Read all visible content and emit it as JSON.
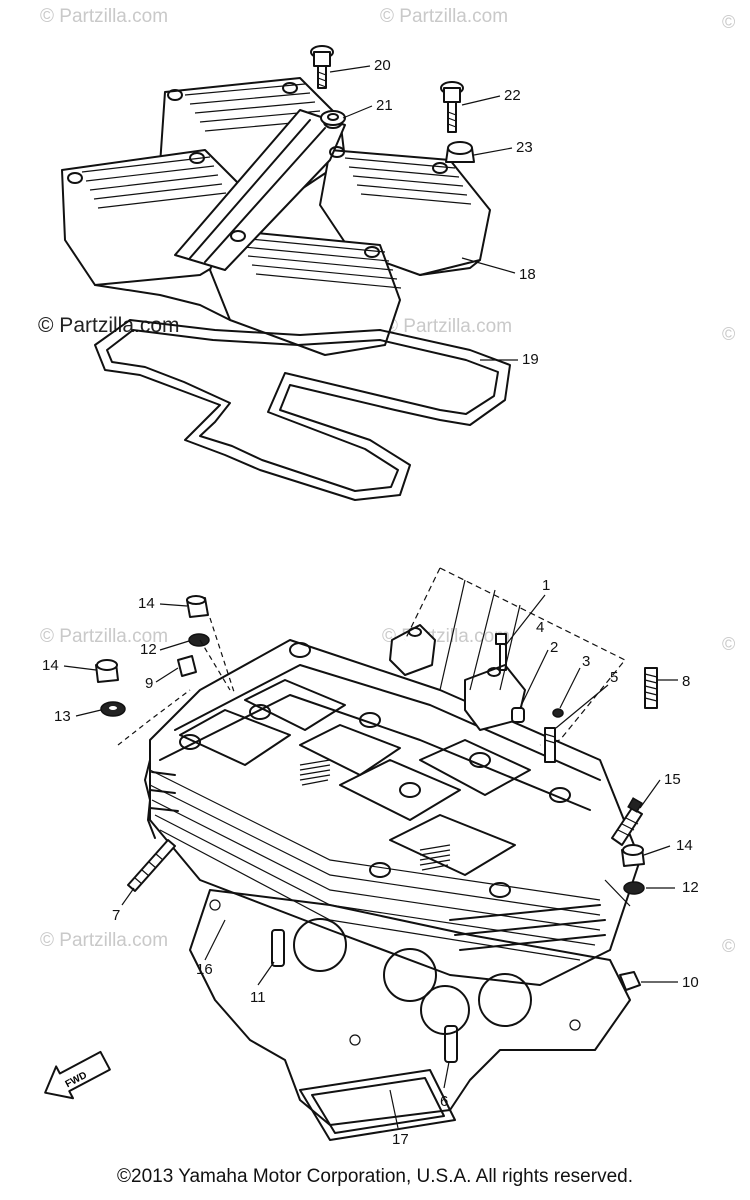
{
  "watermarks": {
    "text": "© Partzilla.com",
    "brand_dark": "© Partzilla.com",
    "corner_symbol": "©"
  },
  "callouts": {
    "c20": "20",
    "c21": "21",
    "c22": "22",
    "c23": "23",
    "c18": "18",
    "c19": "19",
    "c1": "1",
    "c4": "4",
    "c2": "2",
    "c3": "3",
    "c5": "5",
    "c8": "8",
    "c14a": "14",
    "c12a": "12",
    "c14b": "14",
    "c9": "9",
    "c13": "13",
    "c15": "15",
    "c14c": "14",
    "c12b": "12",
    "c7": "7",
    "c16": "16",
    "c11": "11",
    "c10": "10",
    "c6": "6",
    "c17": "17"
  },
  "fwd_label": "FWD",
  "copyright": "©2013 Yamaha Motor Corporation, U.S.A. All rights reserved.",
  "colors": {
    "line": "#111111",
    "watermark": "#c9c9c9",
    "background": "#ffffff"
  },
  "icons": [
    "forward-arrow-icon"
  ]
}
